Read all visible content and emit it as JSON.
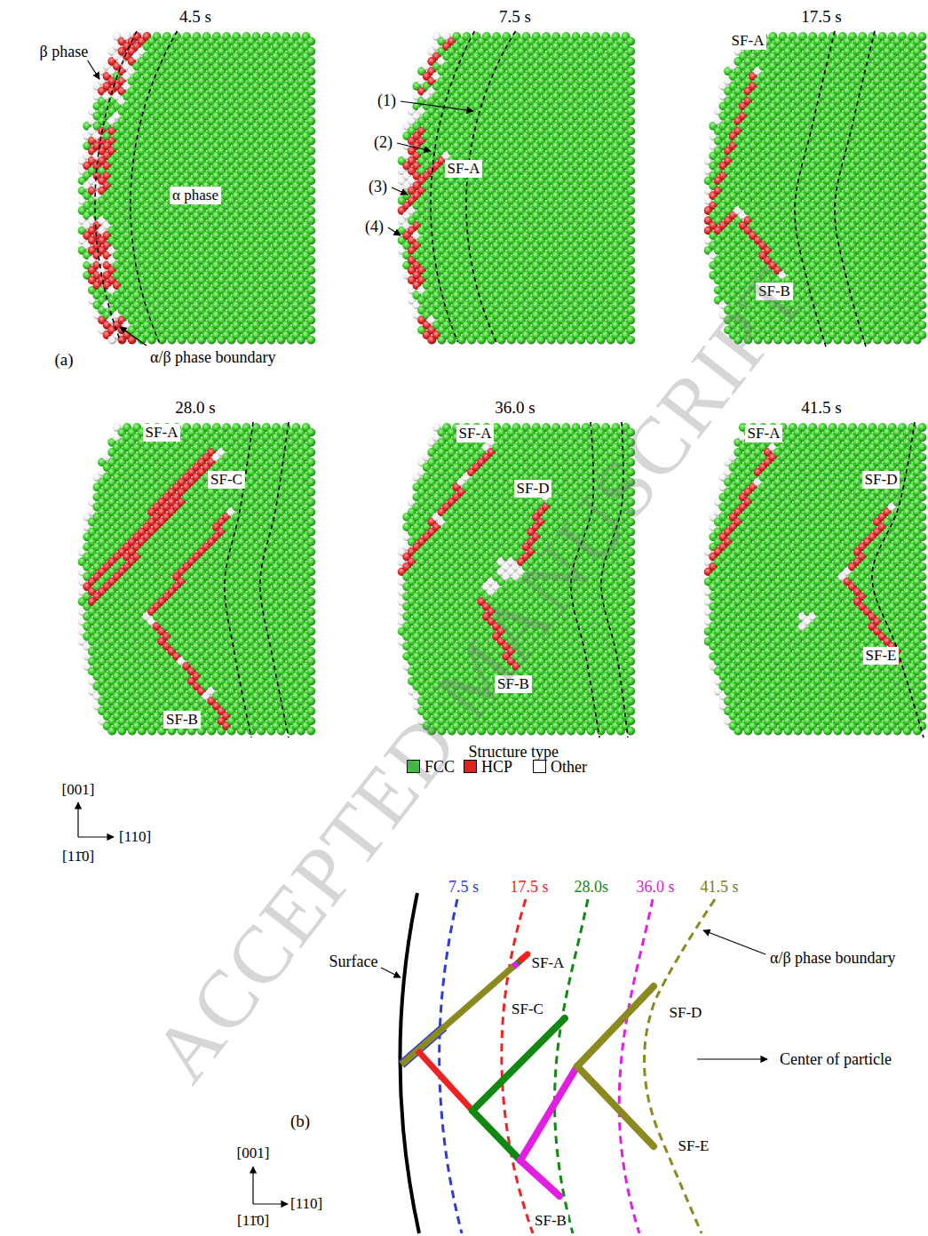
{
  "diagram": {
    "nodes": [
      {
        "text": [
          "4.5 s"
        ]
      },
      {
        "text": [
          "α phase"
        ],
        "in": 0
      },
      {
        "text": [
          "7.5 s"
        ]
      },
      {
        "text": [
          "SF-A"
        ],
        "in": 2
      },
      {
        "text": [
          "17.5 s"
        ]
      },
      {
        "text": [
          "SF-A"
        ],
        "in": 4
      },
      {
        "text": [
          "SF-B"
        ],
        "in": 4
      },
      {
        "text": [
          "28.0 s"
        ]
      },
      {
        "text": [
          "SF-A"
        ],
        "in": 7
      },
      {
        "text": [
          "SF-C"
        ],
        "in": 7
      },
      {
        "text": [
          "SF-B"
        ],
        "in": 7
      },
      {
        "text": [
          "36.0 s"
        ]
      },
      {
        "text": [
          "SF-A"
        ],
        "in": 11
      },
      {
        "text": [
          "SF-D"
        ],
        "in": 11
      },
      {
        "text": [
          "SF-B"
        ],
        "in": 11
      },
      {
        "text": [
          "41.5 s"
        ]
      },
      {
        "text": [
          "SF-A"
        ],
        "in": 15
      },
      {
        "text": [
          "SF-D"
        ],
        "in": 15
      },
      {
        "text": [
          "SF-E"
        ],
        "in": 15
      }
    ],
    "labels": [
      "β phase",
      "α/β phase boundary",
      "(1)",
      "(2)",
      "(3)",
      "(4)",
      "(a)",
      "[001]",
      "[110]",
      "[11̄0]",
      "Structure type",
      "7.5 s",
      "17.5 s",
      "28.0s",
      "36.0 s",
      "41.5 s",
      "Surface",
      "SF-A",
      "SF-C",
      "SF-D",
      "SF-E",
      "SF-B",
      "α/β phase boundary",
      "Center of particle",
      "(b)",
      "[001]",
      "[110]",
      "[11̄0]",
      "ACCEPTED MANUSCRIPT"
    ],
    "legend": [
      {
        "text": "FCC",
        "color": "#33cc33"
      },
      {
        "text": "HCP",
        "color": "#dd2222"
      },
      {
        "text": "Other",
        "color": "#ffffff"
      }
    ]
  }
}
